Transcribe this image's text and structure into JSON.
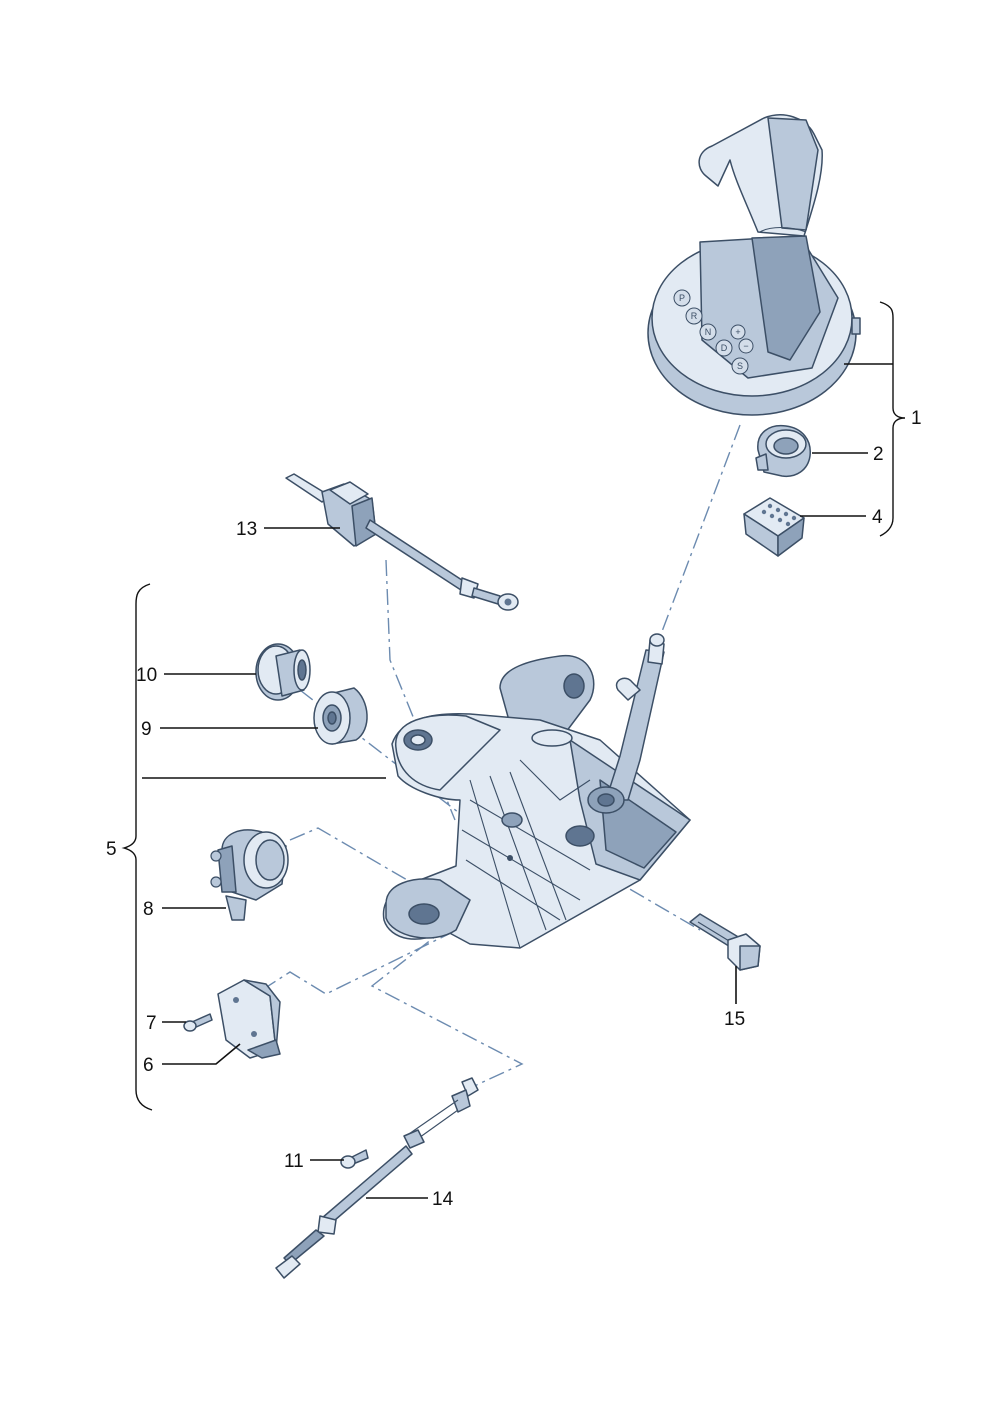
{
  "callouts": [
    {
      "id": "c1",
      "label": "1"
    },
    {
      "id": "c2",
      "label": "2"
    },
    {
      "id": "c4",
      "label": "4"
    },
    {
      "id": "c5",
      "label": "5"
    },
    {
      "id": "c6",
      "label": "6"
    },
    {
      "id": "c7",
      "label": "7"
    },
    {
      "id": "c8",
      "label": "8"
    },
    {
      "id": "c9",
      "label": "9"
    },
    {
      "id": "c10",
      "label": "10"
    },
    {
      "id": "c11",
      "label": "11"
    },
    {
      "id": "c13",
      "label": "13"
    },
    {
      "id": "c14",
      "label": "14"
    },
    {
      "id": "c15",
      "label": "15"
    }
  ],
  "gate_letters": [
    "P",
    "R",
    "N",
    "D",
    "S",
    "+",
    "−"
  ],
  "colors": {
    "part_fill_light": "#e2eaf3",
    "part_fill_mid": "#b9c8da",
    "part_fill_dark": "#8ea2ba",
    "outline": "#3c4f66",
    "dash_line": "#6c8bb0",
    "leader_line": "#111111"
  }
}
